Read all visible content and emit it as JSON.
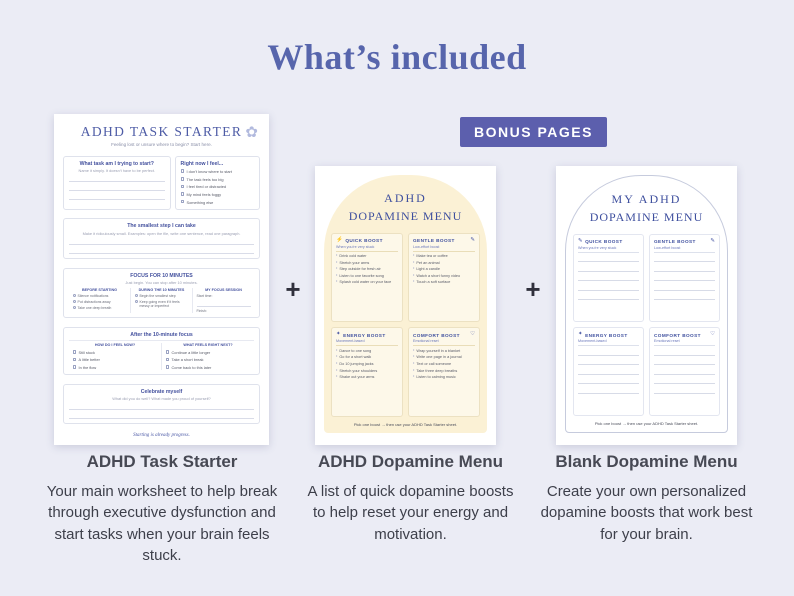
{
  "header": {
    "title": "What’s included",
    "bonus_badge": "BONUS PAGES"
  },
  "plus_sign": "+",
  "icons": {
    "flower": "✿",
    "pen": "✎",
    "bolt": "⚡",
    "spark": "✦",
    "heart": "♡",
    "bullet": "•"
  },
  "task_starter": {
    "title": "ADHD TASK STARTER",
    "subtitle": "Feeling lost or unsure where to begin? Start here.",
    "box1": {
      "left_title": "What task am I trying to start?",
      "left_hint": "Name it simply. It doesn’t have to be perfect.",
      "right_title": "Right now I feel...",
      "feelings": [
        "I don’t know where to start",
        "The task feels too big",
        "I feel tired or distracted",
        "My mind feels foggy",
        "Something else"
      ]
    },
    "box2": {
      "title": "The smallest step I can take",
      "hint": "Make it ridiculously small. Examples: open the file, write one sentence, read one paragraph."
    },
    "box3": {
      "title": "FOCUS FOR 10 MINUTES",
      "hint": "Just begin. You can stop after 10 minutes.",
      "col1_title": "BEFORE STARTING",
      "col1_items": [
        "Silence notifications",
        "Put distractions away",
        "Take one deep breath"
      ],
      "col2_title": "DURING THE 10 MINUTES",
      "col2_items": [
        "Begin the smallest step",
        "Keep going even if it feels messy or imperfect"
      ],
      "col3_title": "MY FOCUS SESSION",
      "col3_items": [
        "Start time:",
        "Finish:"
      ]
    },
    "box4": {
      "title": "After the 10-minute focus",
      "left_title": "HOW DO I FEEL NOW?",
      "left_items": [
        "Still stuck",
        "A little better",
        "In the flow"
      ],
      "right_title": "WHAT FEELS RIGHT NEXT?",
      "right_items": [
        "Continue a little longer",
        "Take a short break",
        "Come back to this later"
      ]
    },
    "box5": {
      "title": "Celebrate myself",
      "hint": "What did you do well? What made you proud of yourself?"
    },
    "footer": "Starting is already progress."
  },
  "dopamine_menu": {
    "title_line1": "ADHD",
    "title_line2": "DOPAMINE MENU",
    "quadrants": [
      {
        "title": "QUICK BOOST",
        "subtitle": "When you’re very stuck",
        "items": [
          "Drink cold water",
          "Stretch your arms",
          "Step outside for fresh air",
          "Listen to one favorite song",
          "Splash cold water on your face"
        ]
      },
      {
        "title": "GENTLE BOOST",
        "subtitle": "Low-effort boost",
        "items": [
          "Make tea or coffee",
          "Pet an animal",
          "Light a candle",
          "Watch a short funny video",
          "Touch a soft surface"
        ]
      },
      {
        "title": "ENERGY BOOST",
        "subtitle": "Movement-based",
        "items": [
          "Dance to one song",
          "Go for a short walk",
          "Do 10 jumping jacks",
          "Stretch your shoulders",
          "Shake out your arms"
        ]
      },
      {
        "title": "COMFORT BOOST",
        "subtitle": "Emotional reset",
        "items": [
          "Wrap yourself in a blanket",
          "Write one page in a journal",
          "Text or call someone",
          "Take three deep breaths",
          "Listen to calming music"
        ]
      }
    ],
    "footer": "Pick one boost → then use your ADHD Task Starter sheet."
  },
  "blank_menu": {
    "title_line1": "MY ADHD",
    "title_line2": "DOPAMINE MENU",
    "quadrants": [
      {
        "title": "QUICK BOOST",
        "subtitle": "When you’re very stuck"
      },
      {
        "title": "GENTLE BOOST",
        "subtitle": "Low-effort boost"
      },
      {
        "title": "ENERGY BOOST",
        "subtitle": "Movement-based"
      },
      {
        "title": "COMFORT BOOST",
        "subtitle": "Emotional reset"
      }
    ],
    "footer": "Pick one boost → then use your ADHD Task Starter sheet."
  },
  "captions": [
    {
      "title": "ADHD Task Starter",
      "body": "Your main worksheet to help break through executive dysfunction and start tasks when your brain feels stuck."
    },
    {
      "title": "ADHD Dopamine Menu",
      "body": "A list of quick dopamine boosts to help reset your energy and motivation."
    },
    {
      "title": "Blank Dopamine Menu",
      "body": "Create your own personalized dopamine boosts that work best for your brain."
    }
  ],
  "colors": {
    "accent": "#5c5fad",
    "background": "#ebecf5",
    "heading_blue": "#3e4f9e",
    "cream": "#fbf1d5"
  }
}
